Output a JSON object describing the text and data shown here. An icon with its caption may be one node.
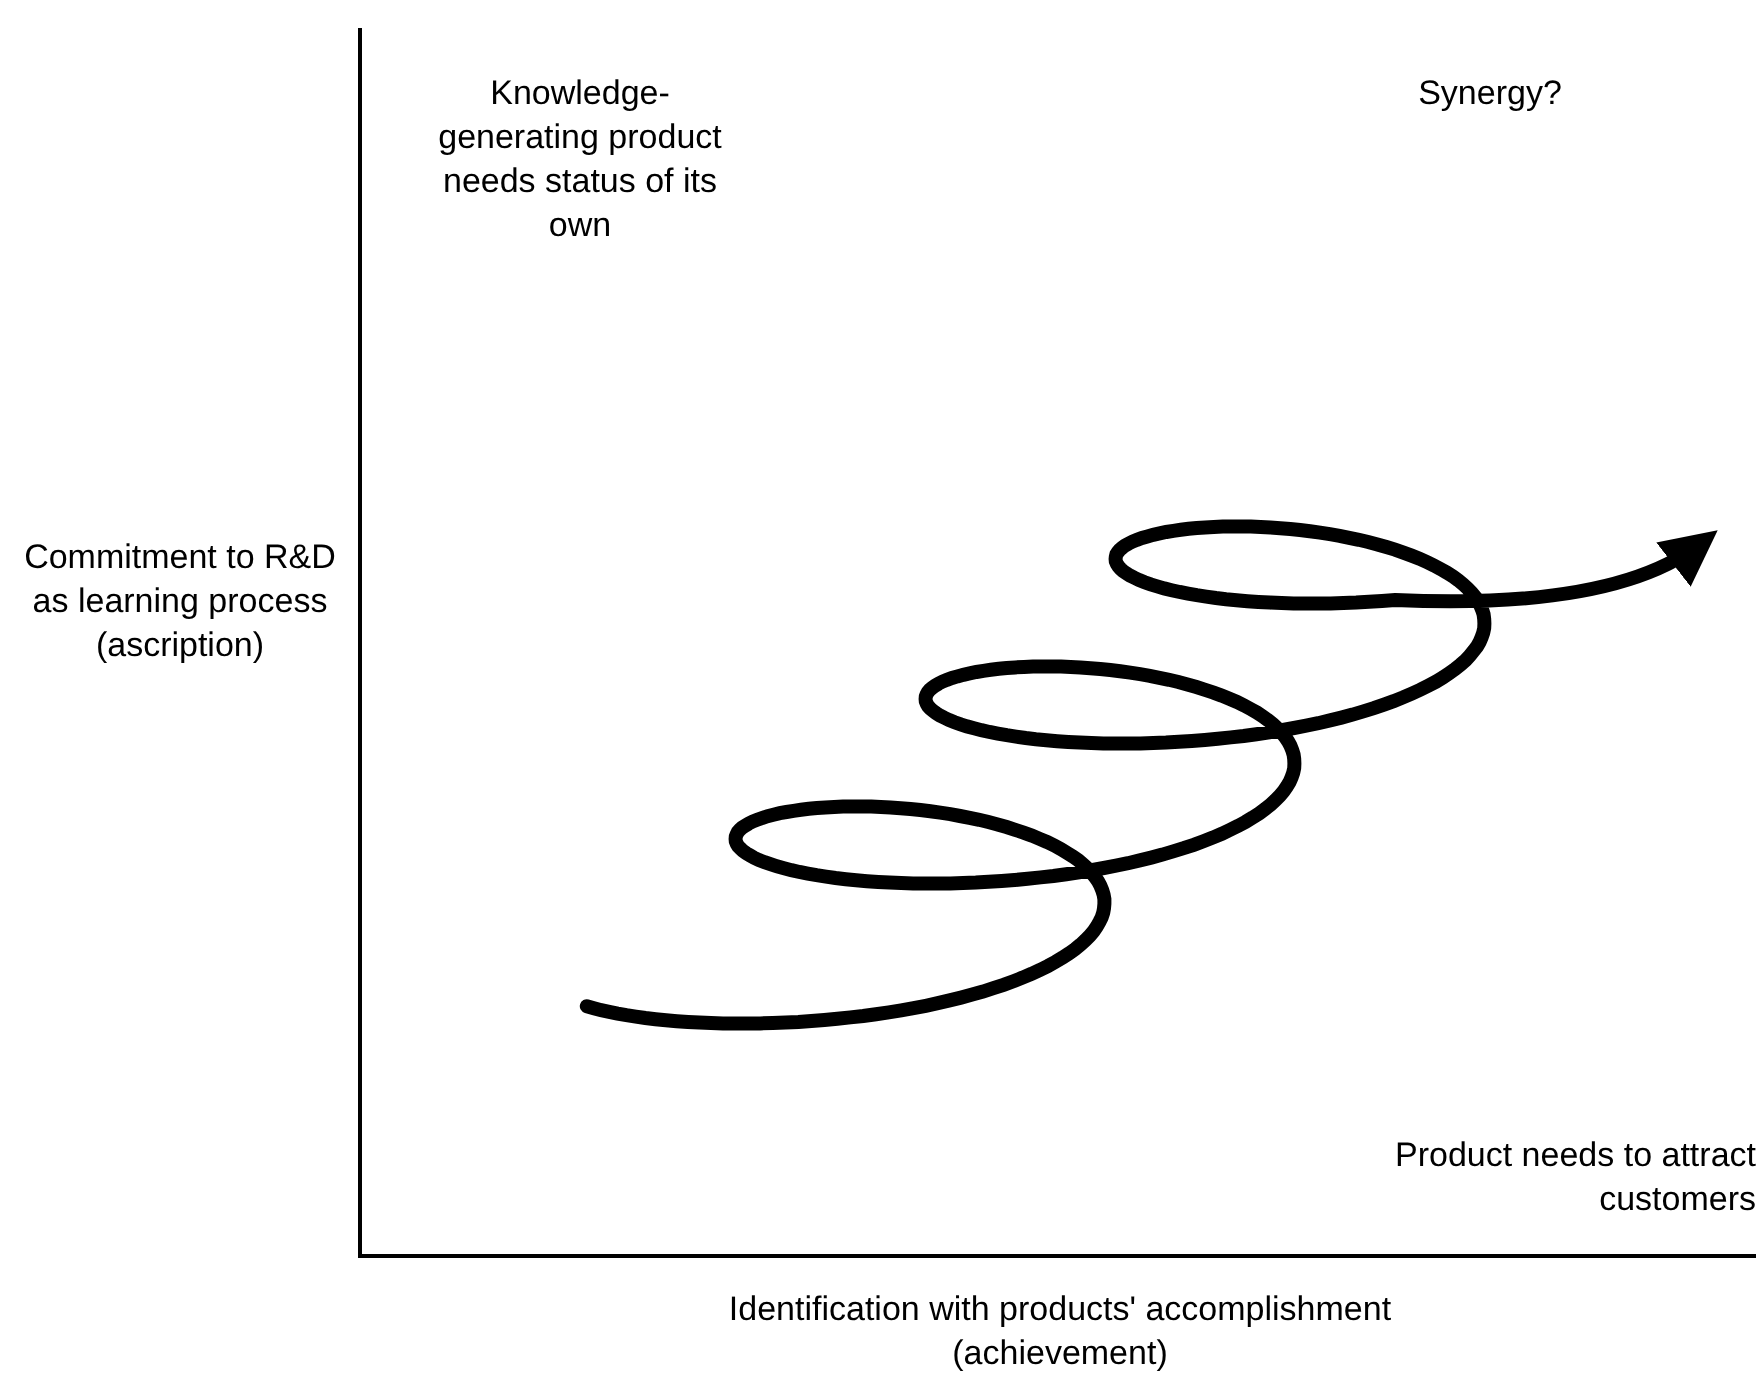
{
  "diagram": {
    "labels": [
      "Knowledge-generating product needs status of its own",
      "Synergy?",
      "Commitment to R&D as learning process (ascription)",
      "Product needs to attract customers",
      "Identification with products' accomplishment (achievement)"
    ]
  }
}
